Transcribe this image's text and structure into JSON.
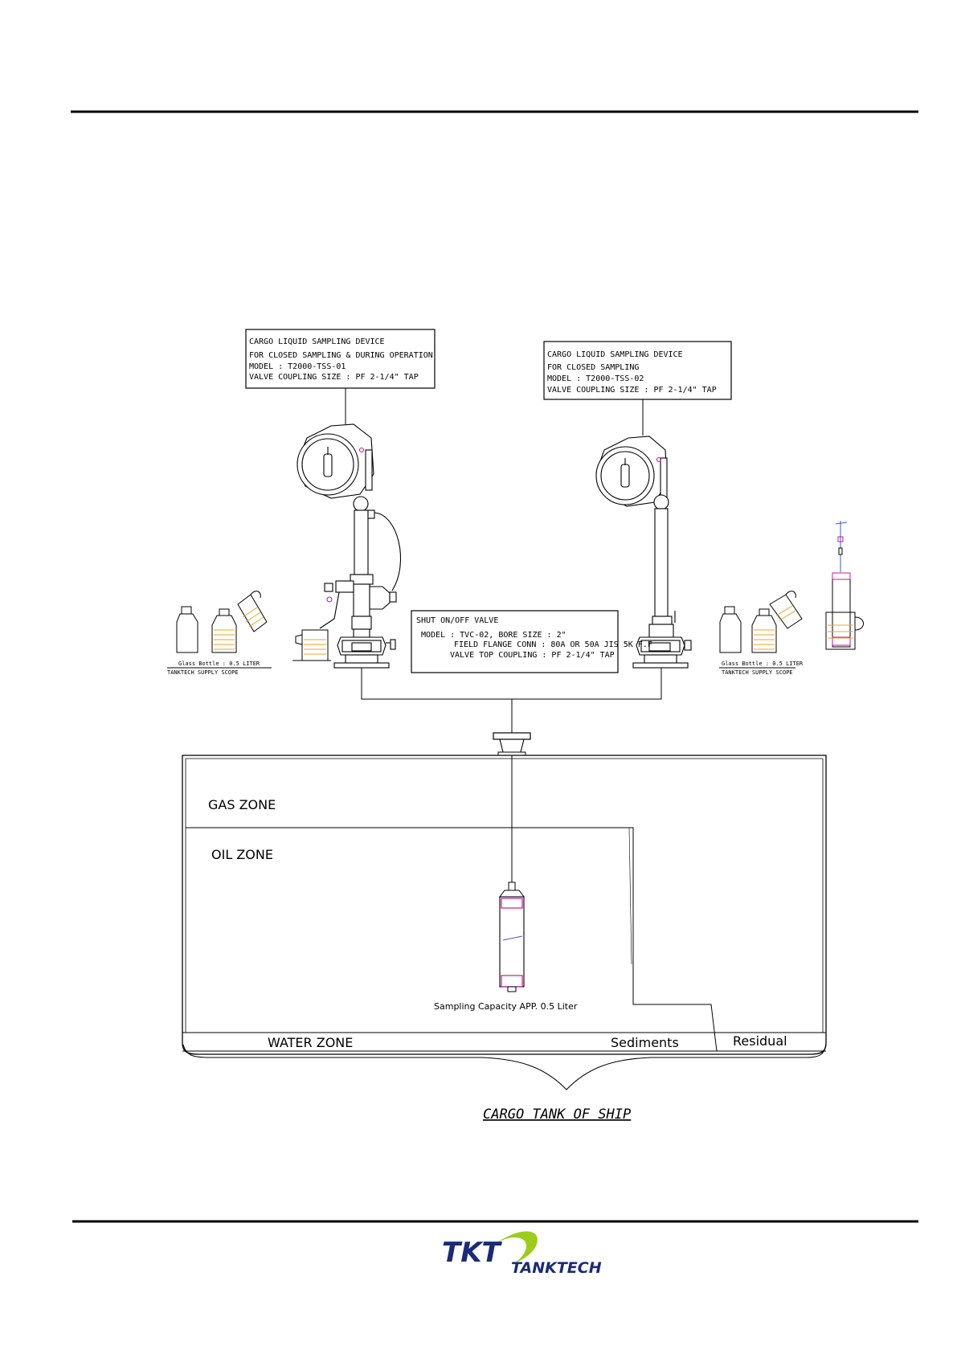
{
  "device1": {
    "lines": [
      "CARGO LIQUID SAMPLING DEVICE",
      "FOR CLOSED SAMPLING & DURING OPERATION",
      "MODEL : T2000-TSS-01",
      "VALVE COUPLING SIZE : PF 2-1/4\" TAP"
    ]
  },
  "device2": {
    "lines": [
      "CARGO LIQUID SAMPLING DEVICE",
      "FOR CLOSED SAMPLING",
      "MODEL : T2000-TSS-02",
      "VALVE COUPLING SIZE : PF 2-1/4\" TAP"
    ]
  },
  "valve": {
    "lines": [
      "SHUT ON/OFF VALVE",
      "MODEL : TVC-02,  BORE SIZE : 2\"",
      "FIELD FLANGE CONN : 80A OR 50A  JIS 5K F.F",
      "VALVE TOP COUPLING : PF 2-1/4\" TAP"
    ]
  },
  "bottle_left": {
    "caption": "Glass Bottle : 0.5 LITER",
    "scope": "TANKTECH SUPPLY SCOPE"
  },
  "bottle_right": {
    "caption": "Glass Bottle : 0.5 LITER",
    "scope": "TANKTECH SUPPLY SCOPE"
  },
  "zones": {
    "gas": "GAS  ZONE",
    "oil": "OIL  ZONE",
    "water": "WATER  ZONE",
    "sediments": "Sediments",
    "residual": "Residual"
  },
  "sampling_capacity": "Sampling Capacity APP. 0.5  Liter",
  "tank_title": "CARGO  TANK  OF  SHIP",
  "logo": {
    "mark": "TKT",
    "name": "TANKTECH"
  },
  "colors": {
    "accent_magenta": "#c0189c",
    "logo_blue": "#1a2b7a",
    "logo_green": "#9ccc1c",
    "liquid_orange": "#f0a020",
    "cable_blue": "#3a5ad8"
  }
}
